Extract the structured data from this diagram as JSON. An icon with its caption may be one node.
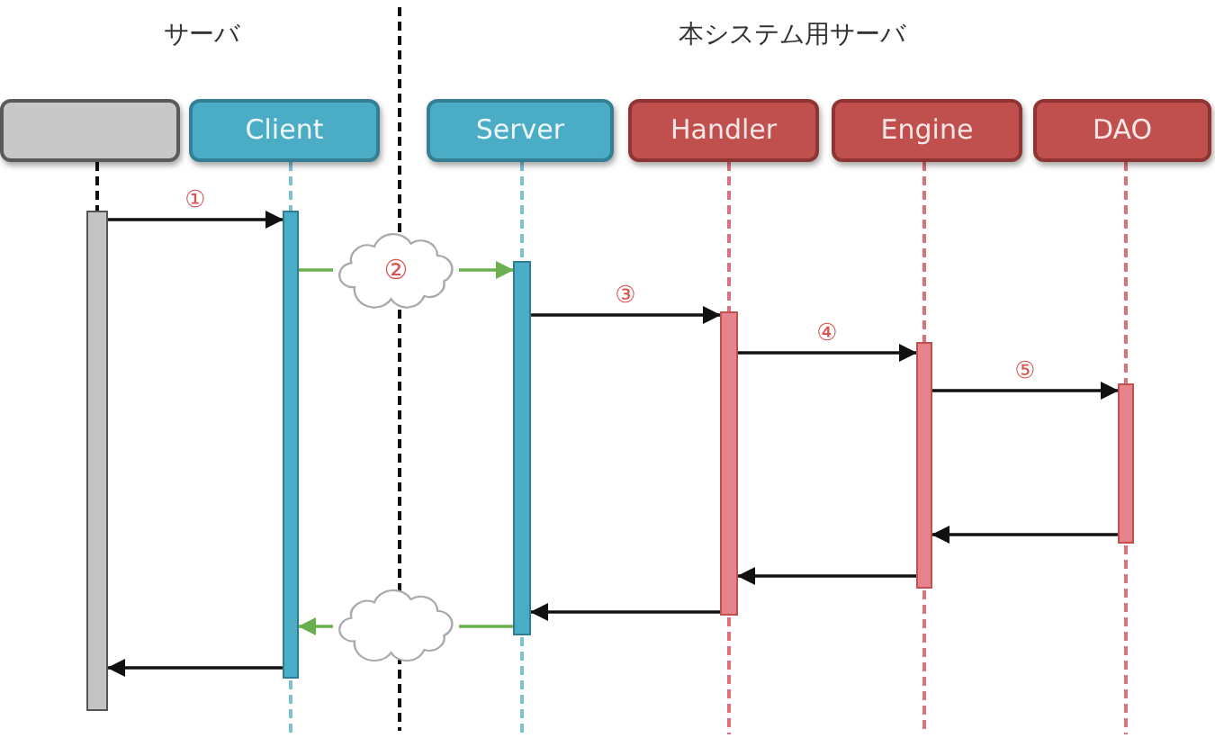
{
  "diagram": {
    "nodes": [
      {
        "text": [],
        "shape": "box"
      },
      {
        "text": [
          "Client"
        ]
      },
      {
        "text": [
          "Server"
        ]
      },
      {
        "text": [
          "Handler"
        ]
      },
      {
        "text": [
          "Engine"
        ]
      },
      {
        "text": [
          "DAO"
        ]
      },
      {
        "text": [],
        "shape": "bar"
      },
      {
        "text": [],
        "shape": "bar"
      },
      {
        "text": [
          "②"
        ]
      },
      {
        "text": [],
        "shape": "bar"
      },
      {
        "text": [],
        "shape": "bar"
      },
      {
        "text": [],
        "shape": "bar"
      },
      {
        "text": [],
        "shape": "bar"
      },
      {
        "text": [],
        "shape": "cloud"
      }
    ],
    "edges": [
      {
        "from": 0,
        "to": 6,
        "arrow": "none",
        "style": "dashed"
      },
      {
        "from": 1,
        "to": 7,
        "arrow": "none",
        "style": "dashed",
        "color": "#7cc0d8"
      },
      {
        "from": 2,
        "to": 9,
        "arrow": "none",
        "style": "dashed",
        "color": "#7cc0d8"
      },
      {
        "from": 3,
        "to": 10,
        "arrow": "none",
        "style": "dashed",
        "color": "#e0707c"
      },
      {
        "from": 4,
        "to": 11,
        "arrow": "none",
        "style": "dashed",
        "color": "#e0707c"
      },
      {
        "from": 5,
        "to": 12,
        "arrow": "none",
        "style": "dashed",
        "color": "#e0707c"
      },
      {
        "from": 6,
        "to": 7,
        "arrow": "to",
        "label": "①"
      },
      {
        "from": 7,
        "to": 8,
        "arrow": "none",
        "color": "#6aaf50"
      },
      {
        "from": 8,
        "to": 9,
        "arrow": "to",
        "color": "#6aaf50"
      },
      {
        "from": 9,
        "to": 10,
        "arrow": "to",
        "label": "③"
      },
      {
        "from": 10,
        "to": 11,
        "arrow": "to",
        "label": "④"
      },
      {
        "from": 11,
        "to": 12,
        "arrow": "to",
        "label": "⑤"
      },
      {
        "from": 12,
        "to": 11,
        "arrow": "to"
      },
      {
        "from": 11,
        "to": 10,
        "arrow": "to"
      },
      {
        "from": 10,
        "to": 9,
        "arrow": "to"
      },
      {
        "from": 9,
        "to": 13,
        "arrow": "none",
        "color": "#6aaf50"
      },
      {
        "from": 13,
        "to": 7,
        "arrow": "to",
        "color": "#6aaf50"
      },
      {
        "from": 7,
        "to": 6,
        "arrow": "to"
      }
    ],
    "labels": [
      "サーバ",
      "本システム用サーバ"
    ]
  }
}
